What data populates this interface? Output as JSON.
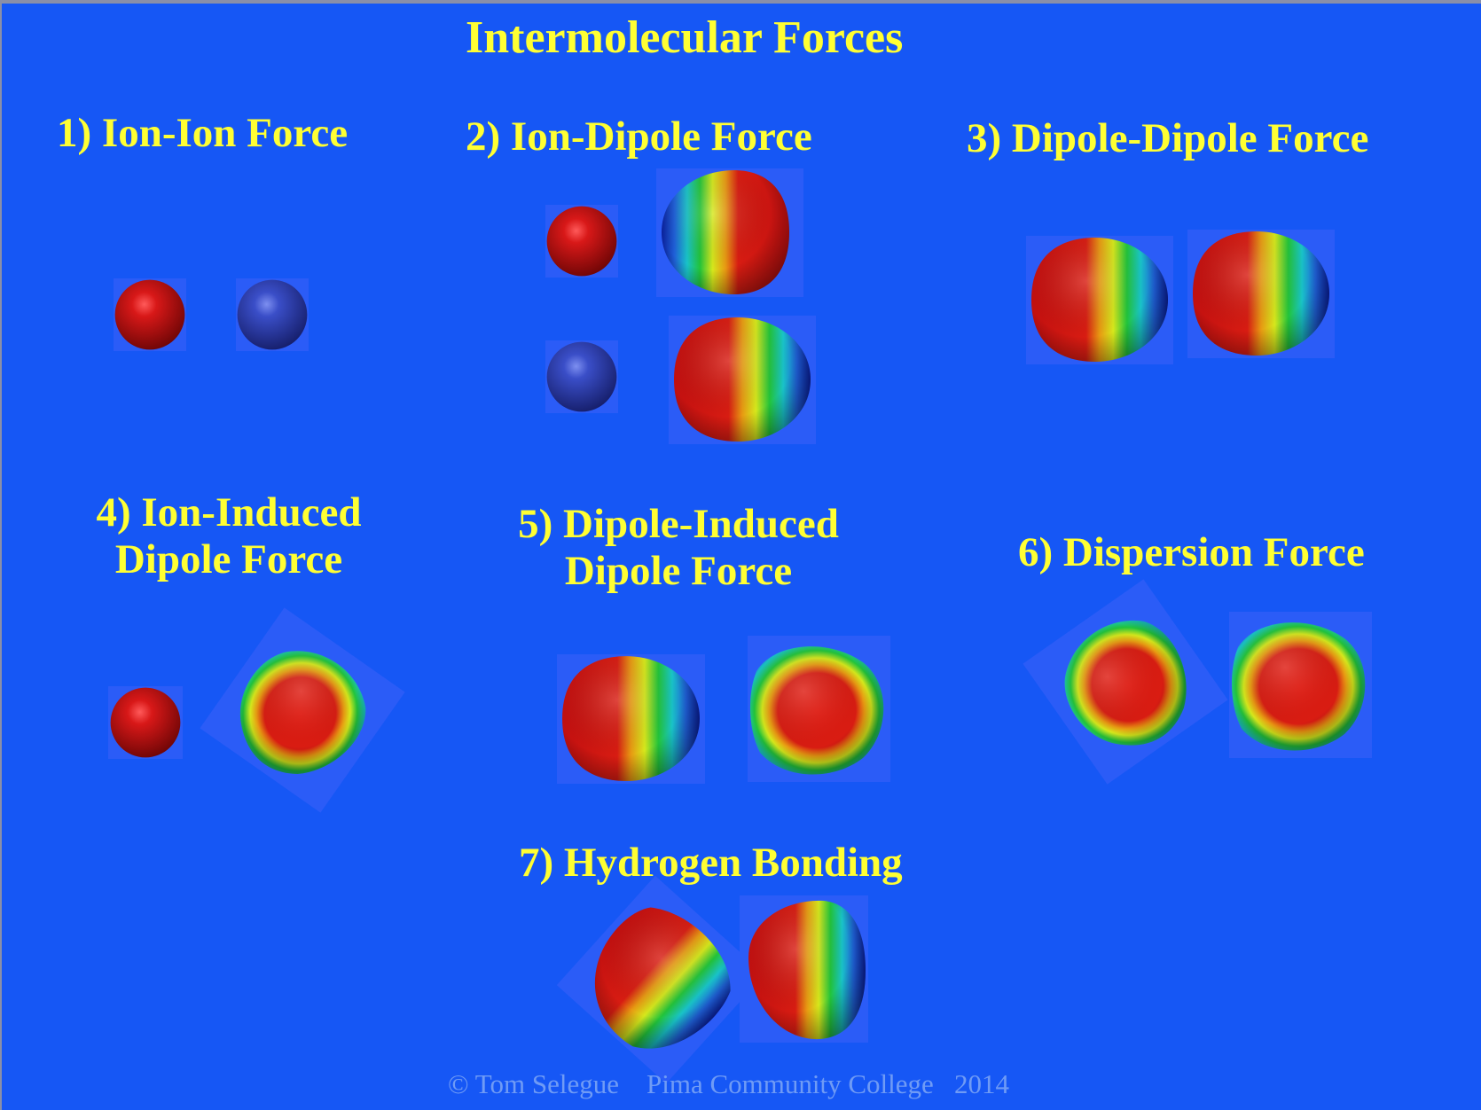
{
  "title": "Intermolecular Forces",
  "forces": [
    {
      "lines": [
        "1) Ion-Ion Force"
      ]
    },
    {
      "lines": [
        "2) Ion-Dipole Force"
      ]
    },
    {
      "lines": [
        "3) Dipole-Dipole Force"
      ]
    },
    {
      "lines": [
        "4) Ion-Induced",
        "Dipole Force"
      ]
    },
    {
      "lines": [
        "5) Dipole-Induced",
        "Dipole Force"
      ]
    },
    {
      "lines": [
        "6) Dispersion Force"
      ]
    },
    {
      "lines": [
        "7) Hydrogen Bonding"
      ]
    }
  ],
  "copyright": "© Tom Selegue    Pima Community College   2014",
  "colors": {
    "background": "#1657F5",
    "heading": "#FFFF33",
    "cation": "#CC1010",
    "anion": "#2A3AB0",
    "map_positive": "#E01818",
    "map_negative": "#0A2A9A"
  },
  "icons": {
    "cation": "red-sphere",
    "anion": "blue-sphere",
    "polar": "polar-electrostatic-potential-map",
    "nonpolar": "nonpolar-electrostatic-potential-map",
    "hbond": "hydrogen-bonding-electrostatic-potential-map"
  }
}
